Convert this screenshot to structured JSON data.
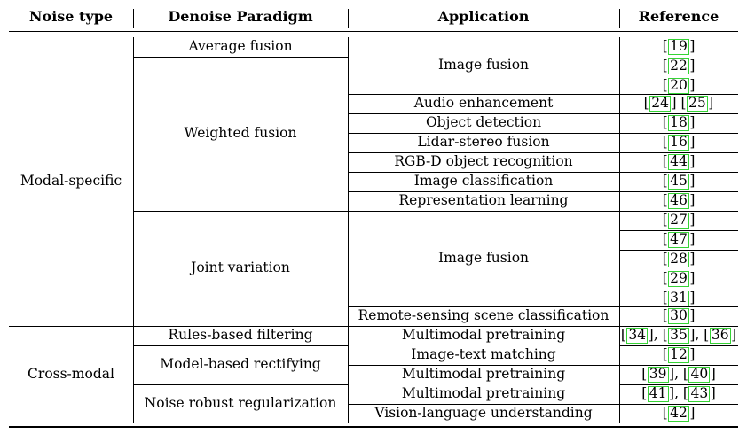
{
  "headers": {
    "noise_type": "Noise type",
    "paradigm": "Denoise Paradigm",
    "application": "Application",
    "reference": "Reference"
  },
  "noise_types": [
    "Modal-specific",
    "Cross-modal"
  ],
  "paradigms": [
    "Average fusion",
    "Weighted fusion",
    "Joint variation",
    "Rules-based filtering",
    "Model-based rectifying",
    "Noise robust regularization"
  ],
  "applications": [
    "Image fusion",
    "Audio enhancement",
    "Object detection",
    "Lidar-stereo fusion",
    "RGB-D object recognition",
    "Image classification",
    "Representation learning",
    "Image fusion",
    "Remote-sensing scene classification",
    "Multimodal pretraining",
    "Image-text matching",
    "Multimodal pretraining",
    "Multimodal pretraining",
    "Vision-language understanding"
  ],
  "references": [
    [
      "19"
    ],
    [
      "22"
    ],
    [
      "20"
    ],
    [
      "24",
      "25"
    ],
    [
      "18"
    ],
    [
      "16"
    ],
    [
      "44"
    ],
    [
      "45"
    ],
    [
      "46"
    ],
    [
      "27"
    ],
    [
      "47"
    ],
    [
      "28"
    ],
    [
      "29"
    ],
    [
      "31"
    ],
    [
      "30"
    ],
    [
      "34",
      "35",
      "36"
    ],
    [
      "12"
    ],
    [
      "39",
      "40"
    ],
    [
      "41",
      "43"
    ],
    [
      "42"
    ]
  ],
  "reference_separators": [
    "",
    "",
    "",
    " ",
    "",
    "",
    "",
    "",
    "",
    "",
    "",
    "",
    "",
    "",
    "",
    ", ",
    "",
    ", ",
    ", ",
    ""
  ]
}
